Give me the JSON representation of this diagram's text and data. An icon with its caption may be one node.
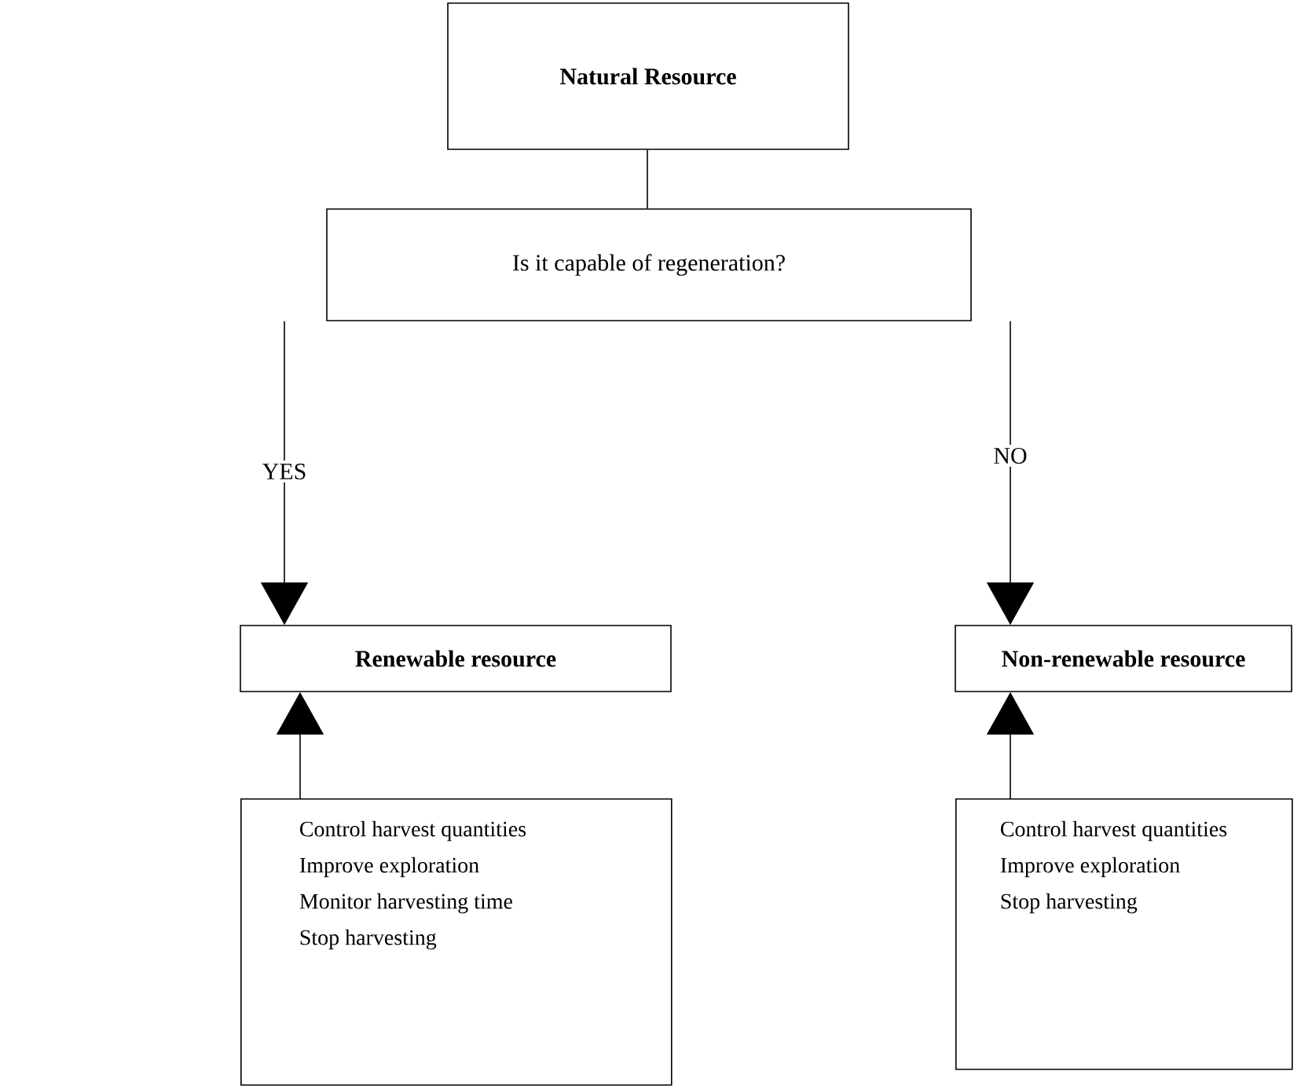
{
  "diagram": {
    "nodes": [
      {
        "text": [
          "Natural Resource"
        ]
      },
      {
        "text": [
          "Is it capable of regeneration?"
        ]
      },
      {
        "text": [
          "Renewable resource"
        ]
      },
      {
        "text": [
          "Non-renewable resource"
        ]
      },
      {
        "text": [
          "Control harvest quantities",
          "Improve exploration",
          "Monitor harvesting time",
          "Stop harvesting"
        ]
      },
      {
        "text": [
          "Control harvest quantities",
          "Improve exploration",
          "Stop harvesting"
        ]
      }
    ],
    "edges": [
      {
        "from": 0,
        "to": 1,
        "arrow": "none"
      },
      {
        "from": 1,
        "to": 2,
        "arrow": "to",
        "label": "YES"
      },
      {
        "from": 1,
        "to": 3,
        "arrow": "to",
        "label": "NO"
      },
      {
        "from": 4,
        "to": 2,
        "arrow": "to"
      },
      {
        "from": 5,
        "to": 3,
        "arrow": "to"
      }
    ]
  }
}
